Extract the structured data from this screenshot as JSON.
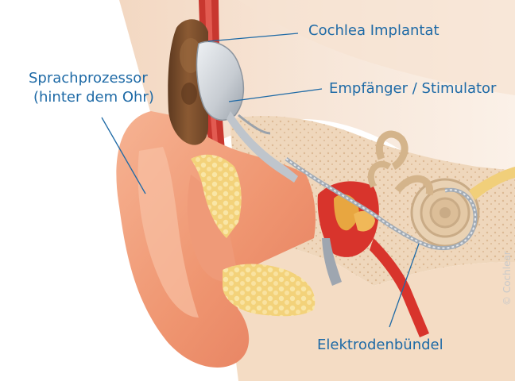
{
  "labels": {
    "sprachprozessor_line1": "Sprachprozessor",
    "sprachprozessor_line2": "(hinter dem Ohr)",
    "cochlea_implantat": "Cochlea Implantat",
    "empfaenger_stimulator": "Empfänger / Stimulator",
    "elektrodenbuendel": "Elektrodenbündel"
  },
  "copyright": "© Cochlear",
  "colors": {
    "label_text": "#1e6aa6",
    "leader_line": "#1e6aa6",
    "skin": "#f2a07a",
    "bone": "#e8c9a3",
    "canal_red": "#d8342c",
    "implant_silver": "#c7ccd2",
    "processor_brown": "#7a4b2a"
  }
}
